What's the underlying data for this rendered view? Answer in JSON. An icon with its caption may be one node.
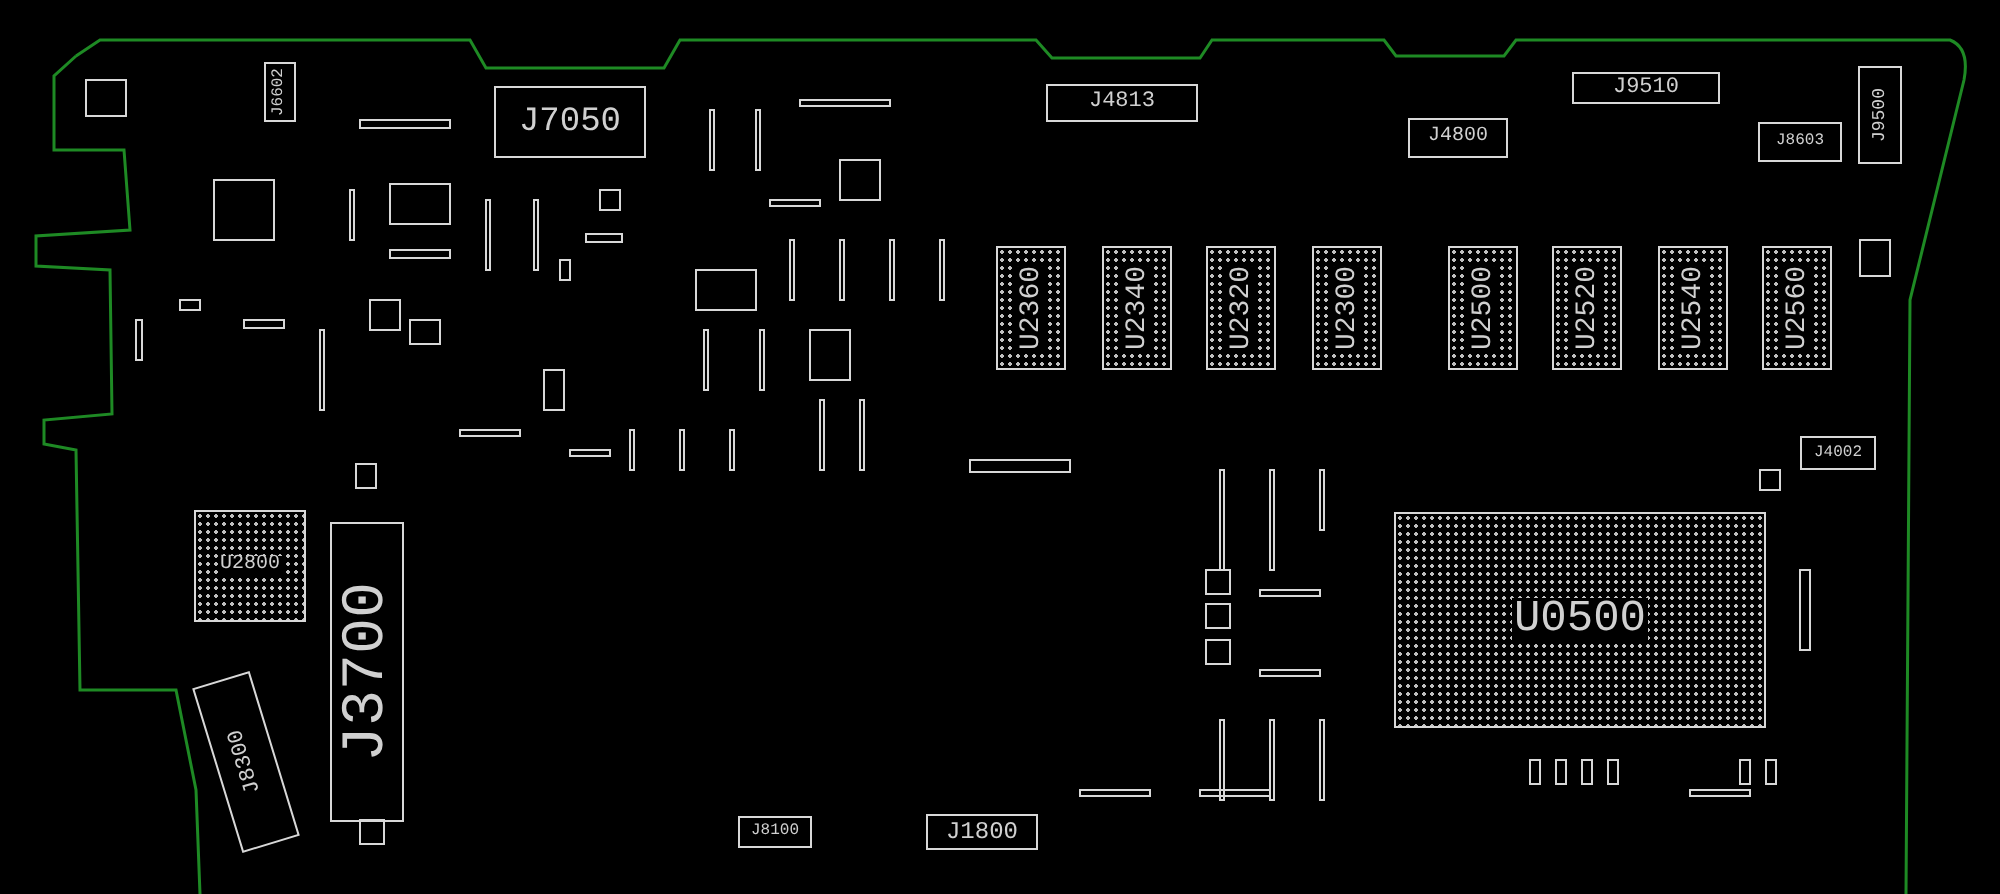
{
  "diagram": {
    "nodes": [
      {
        "text": [
          "J6602"
        ]
      },
      {
        "text": [
          "J7050"
        ]
      },
      {
        "text": [
          "J4813"
        ]
      },
      {
        "text": [
          "J9510"
        ]
      },
      {
        "text": [
          "J9500"
        ]
      },
      {
        "text": [
          "J4800"
        ]
      },
      {
        "text": [
          "J8603"
        ]
      },
      {
        "text": [
          "U2360"
        ]
      },
      {
        "text": [
          "U2340"
        ]
      },
      {
        "text": [
          "U2320"
        ]
      },
      {
        "text": [
          "U2300"
        ]
      },
      {
        "text": [
          "U2500"
        ]
      },
      {
        "text": [
          "U2520"
        ]
      },
      {
        "text": [
          "U2540"
        ]
      },
      {
        "text": [
          "U2560"
        ]
      },
      {
        "text": [
          "J4002"
        ]
      },
      {
        "text": [
          "U2800"
        ]
      },
      {
        "text": [
          "J3700"
        ]
      },
      {
        "text": [
          "U0500"
        ]
      },
      {
        "text": [
          "J8300"
        ]
      },
      {
        "text": [
          "J8100"
        ]
      },
      {
        "text": [
          "J1800"
        ]
      }
    ]
  }
}
